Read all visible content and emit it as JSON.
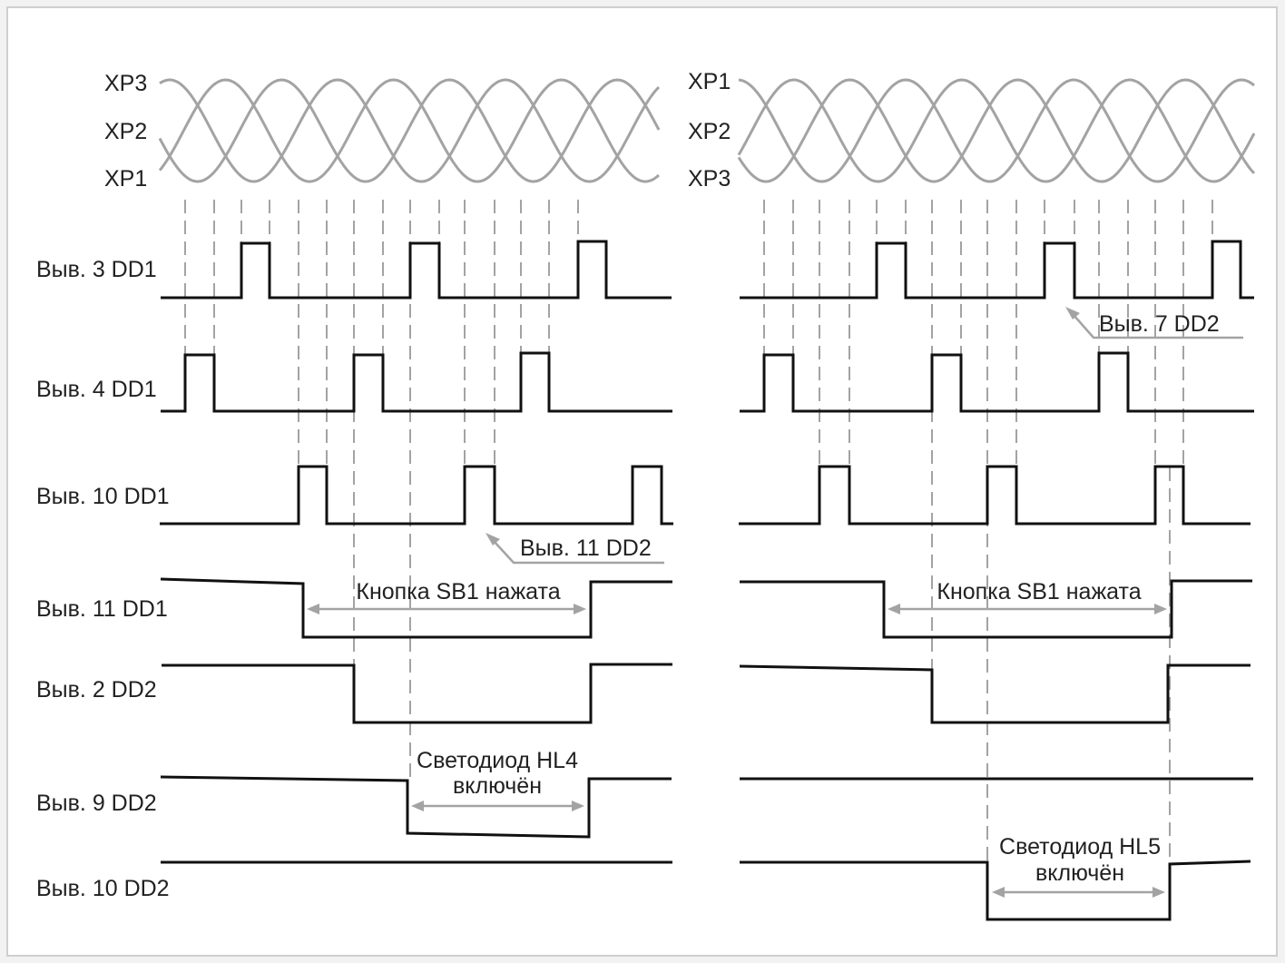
{
  "colors": {
    "background": "#f2f2f2",
    "panel": "#ffffff",
    "signal": "#111111",
    "phase": "#a3a3a3",
    "text": "#222222"
  },
  "left": {
    "phase_labels": [
      "XP3",
      "XP2",
      "XP1"
    ],
    "signal_labels": [
      "Выв. 3 DD1",
      "Выв. 4 DD1",
      "Выв. 10 DD1",
      "Выв. 11 DD1",
      "Выв. 2 DD2",
      "Выв. 9 DD2",
      "Выв. 10 DD2"
    ],
    "annotation_pin": "Выв. 11 DD2",
    "annotation_button": "Кнопка SB1 нажата",
    "annotation_led_line1": "Светодиод HL4",
    "annotation_led_line2": "включён"
  },
  "right": {
    "phase_labels": [
      "XP1",
      "XP2",
      "XP3"
    ],
    "annotation_pin": "Выв. 7 DD2",
    "annotation_button": "Кнопка SB1 нажата",
    "annotation_led_line1": "Светодиод HL5",
    "annotation_led_line2": "включён"
  }
}
